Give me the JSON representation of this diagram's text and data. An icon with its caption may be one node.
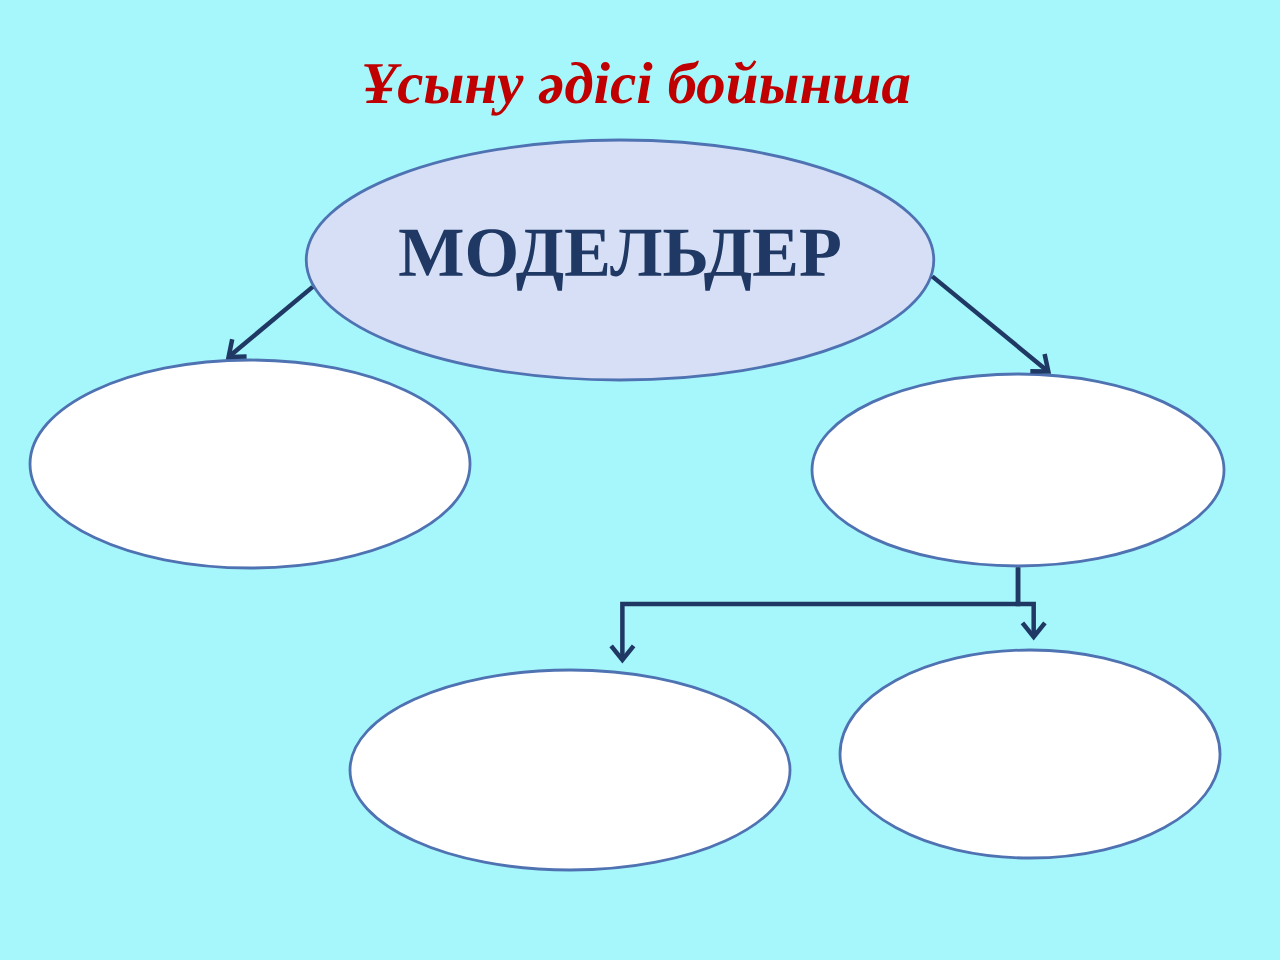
{
  "diagram": {
    "title": "Ұсыну әдісі бойынша",
    "nodes": [
      {
        "text": [
          "МОДЕЛЬДЕР"
        ]
      },
      {
        "text": [],
        "shape": "ellipse"
      },
      {
        "text": [],
        "shape": "ellipse"
      },
      {
        "text": [],
        "shape": "ellipse"
      },
      {
        "text": [],
        "shape": "ellipse"
      }
    ],
    "edges": [
      {
        "from": 0,
        "to": 1,
        "arrow": "to"
      },
      {
        "from": 0,
        "to": 2,
        "arrow": "to"
      },
      {
        "from": 2,
        "to": 3,
        "arrow": "to"
      },
      {
        "from": 2,
        "to": 4,
        "arrow": "to"
      }
    ]
  }
}
